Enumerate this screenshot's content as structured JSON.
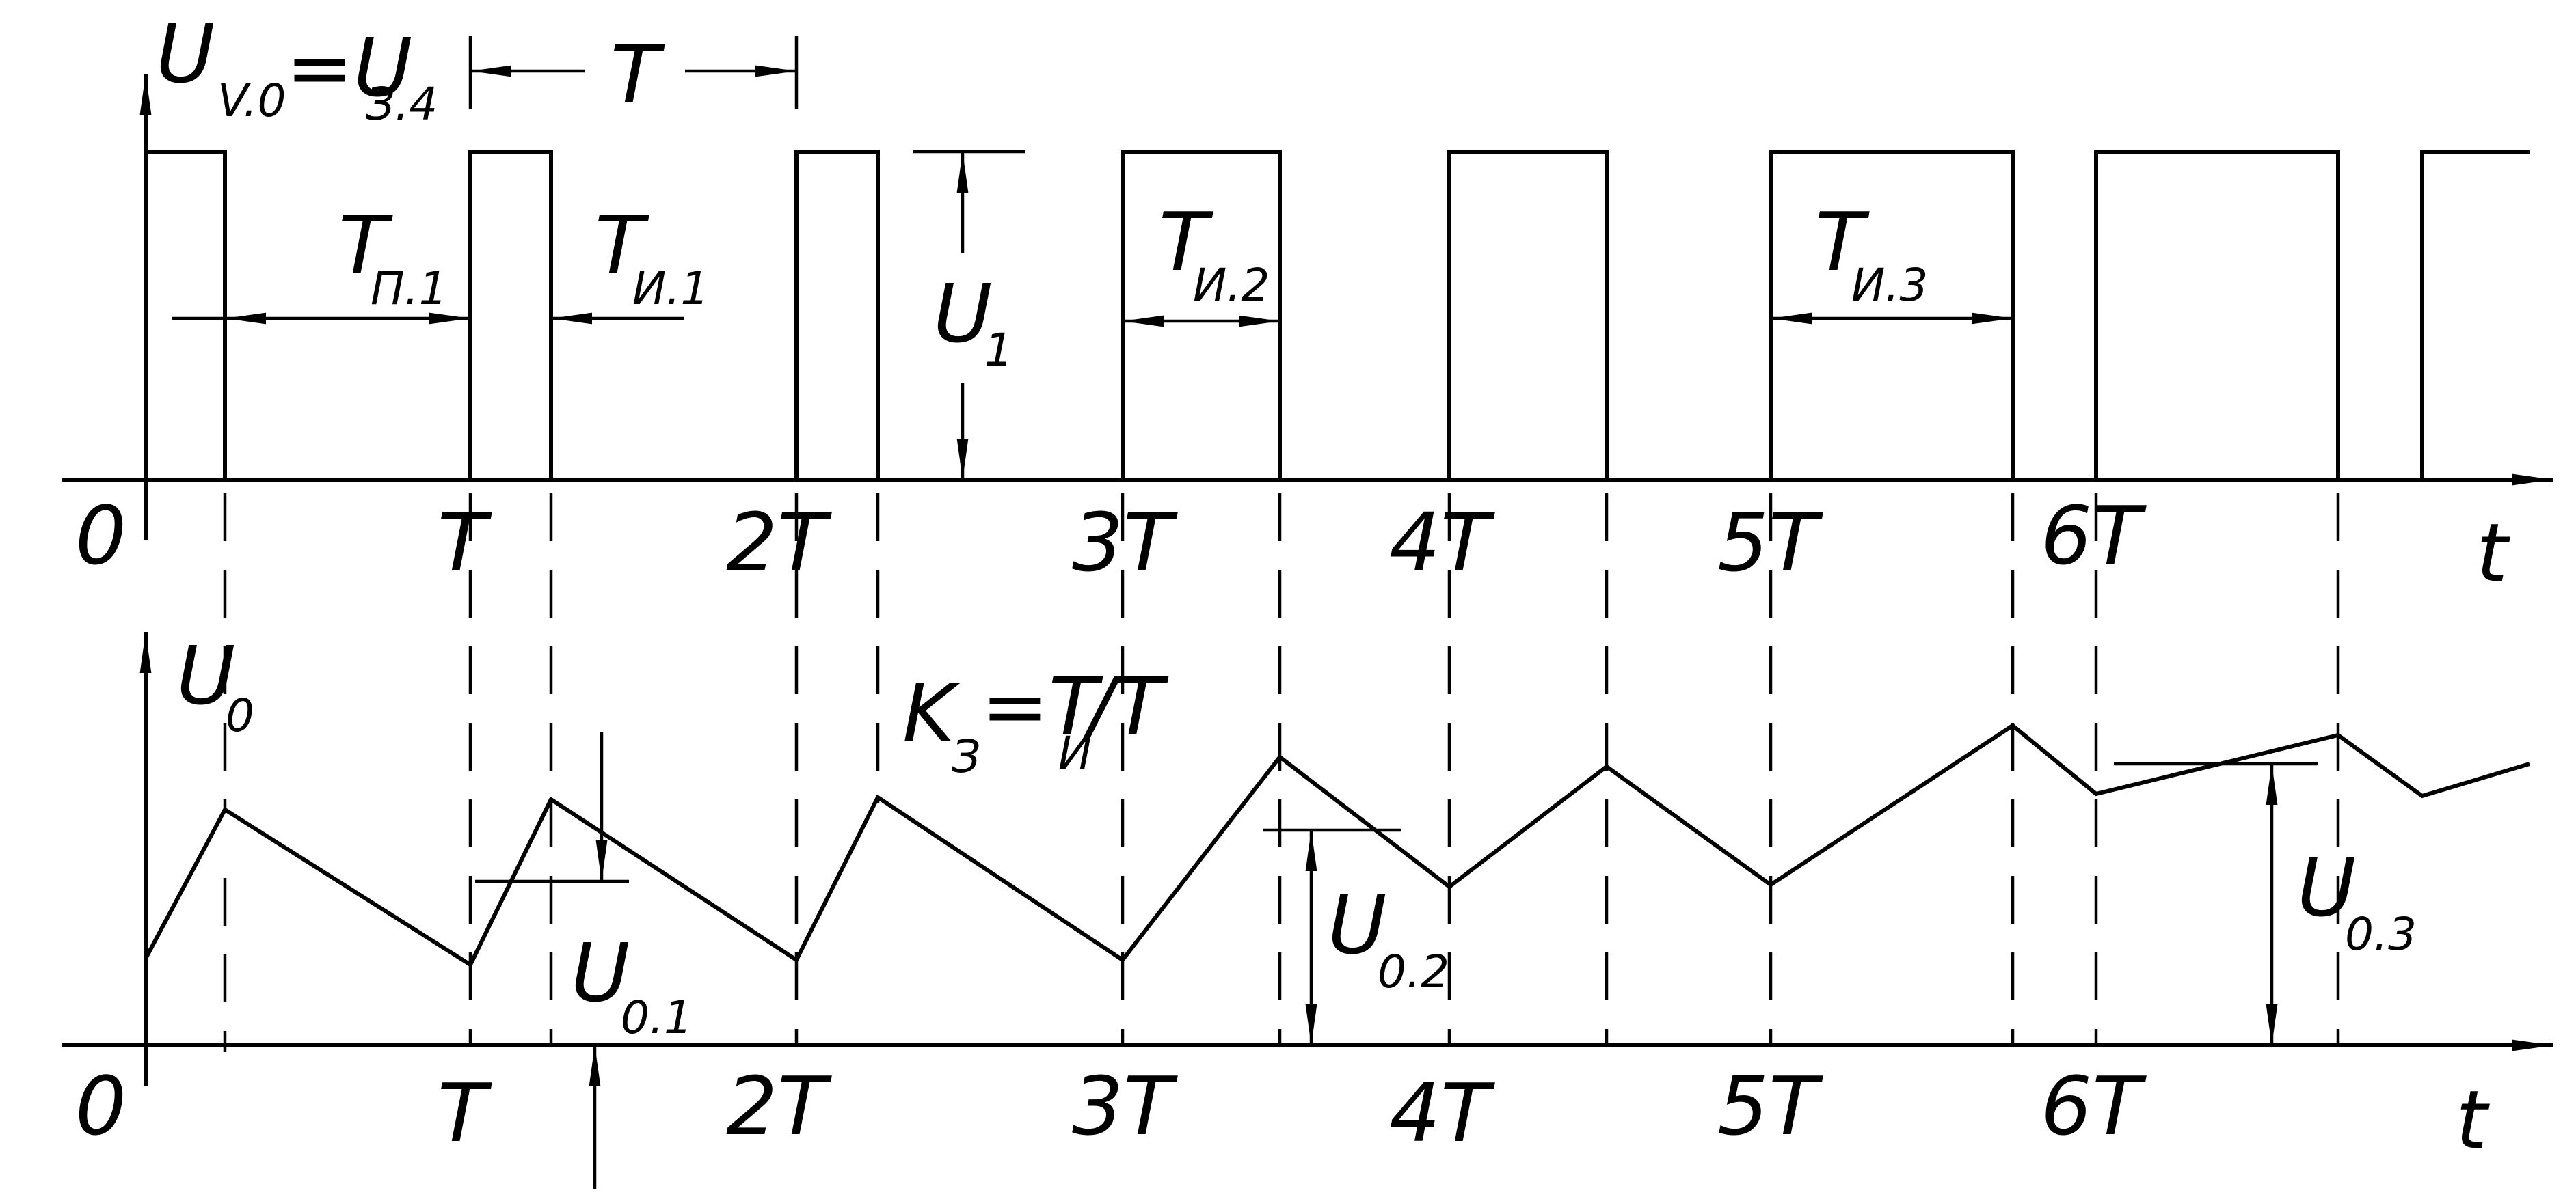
{
  "top_graph": {
    "y_axis_label": "U",
    "y_axis_sub": "V.0",
    "y_axis_eq": "=U",
    "y_axis_eq_sub": "З.4",
    "period_label": "T",
    "t_p1_label": "T",
    "t_p1_sub": "П.1",
    "t_i1_label": "T",
    "t_i1_sub": "И.1",
    "u1_label": "U",
    "u1_sub": "1",
    "t_i2_label": "T",
    "t_i2_sub": "И.2",
    "t_i3_label": "T",
    "t_i3_sub": "И.3",
    "x_axis_label": "t",
    "ticks": [
      "0",
      "T",
      "2T",
      "3T",
      "4T",
      "5T",
      "6T"
    ]
  },
  "bottom_graph": {
    "y_axis_label": "U",
    "y_axis_sub": "0",
    "formula_k": "K",
    "formula_k_sub": "З",
    "formula_eq": "=T",
    "formula_ti_sub": "И",
    "formula_div": "/T",
    "u01_label": "U",
    "u01_sub": "0.1",
    "u02_label": "U",
    "u02_sub": "0.2",
    "u03_label": "U",
    "u03_sub": "0.3",
    "x_axis_label": "t",
    "ticks": [
      "0",
      "T",
      "2T",
      "3T",
      "4T",
      "5T",
      "6T"
    ]
  }
}
